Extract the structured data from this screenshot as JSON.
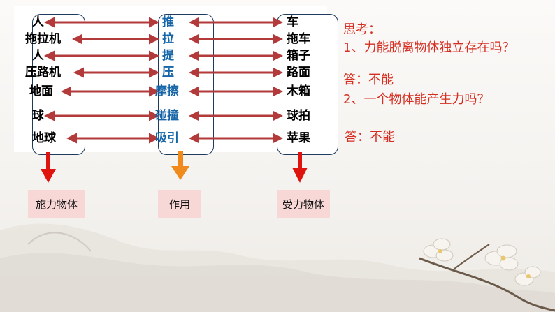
{
  "left_column": [
    "人",
    "拖拉机",
    "人",
    "压路机",
    "地面",
    "球",
    "地球"
  ],
  "middle_column": [
    "推",
    "拉",
    "提",
    "压",
    "摩擦",
    "碰撞",
    "吸引"
  ],
  "right_column": [
    "车",
    "拖车",
    "箱子",
    "路面",
    "木箱",
    "球拍",
    "苹果"
  ],
  "labels": {
    "left": "施力物体",
    "middle": "作用",
    "right": "受力物体"
  },
  "questions": {
    "heading": "思考：",
    "q1": "1、力能脱离物体独立存在吗？",
    "a1": "答：不能",
    "q2": "2、一个物体能产生力吗？",
    "a2": "答：不能"
  },
  "colors": {
    "red_arrow": "#e0140f",
    "orange_arrow": "#f08a1c",
    "double_arrow": "#b23a3a",
    "middle_text": "#1565a8",
    "question_text": "#d62d20",
    "label_bg": "#f8d7d7"
  }
}
